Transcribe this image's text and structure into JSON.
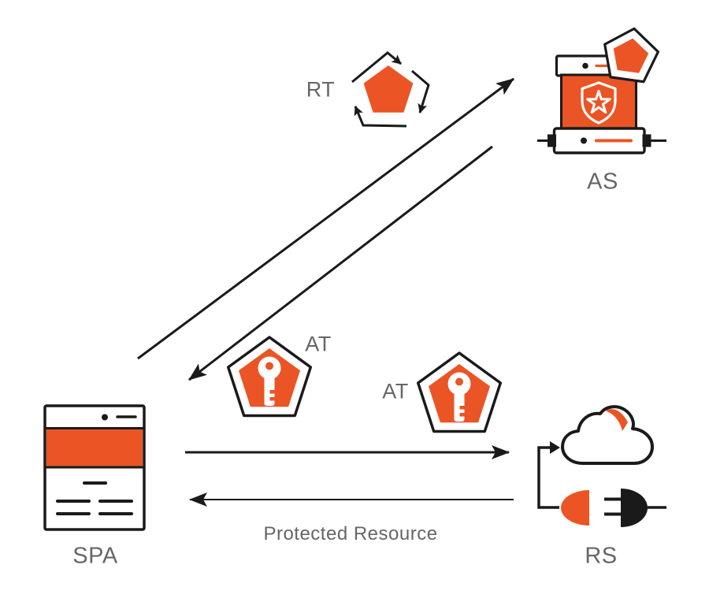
{
  "diagram": {
    "colors": {
      "accent": "#EB5424",
      "outline": "#1A1A1A",
      "label": "#666666",
      "background": "#FFFFFF"
    },
    "labels": {
      "as": "AS",
      "spa": "SPA",
      "rs": "RS",
      "rt": "RT",
      "at_upper": "AT",
      "at_lower": "AT",
      "protected_resource": "Protected Resource"
    },
    "icons": {
      "as": "server-stack-with-pentagon-badge",
      "spa": "browser-window",
      "rs": "cloud-with-plug",
      "rt": "pentagon-refresh-cycle",
      "at": "pentagon-key"
    },
    "edges": [
      {
        "from": "SPA",
        "to": "AS",
        "token": "RT"
      },
      {
        "from": "AS",
        "to": "SPA",
        "token": "AT"
      },
      {
        "from": "SPA",
        "to": "RS",
        "token": "AT"
      },
      {
        "from": "RS",
        "to": "SPA",
        "label": "Protected Resource"
      }
    ]
  }
}
